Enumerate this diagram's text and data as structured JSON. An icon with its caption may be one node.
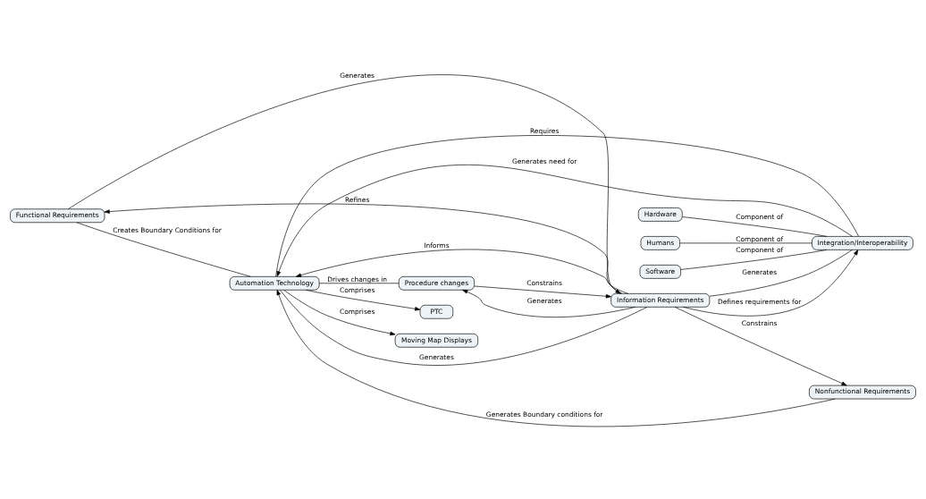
{
  "diagram": {
    "nodes": [
      {
        "text": [
          "Functional Requirements"
        ]
      },
      {
        "text": [
          "Hardware"
        ]
      },
      {
        "text": [
          "Humans"
        ]
      },
      {
        "text": [
          "Software"
        ]
      },
      {
        "text": [
          "PTC"
        ]
      },
      {
        "text": [
          "Moving Map Displays"
        ]
      },
      {
        "text": [
          "Integration/Interoperability"
        ]
      },
      {
        "text": [
          "Automation Technology"
        ]
      },
      {
        "text": [
          "Information Requirements"
        ]
      },
      {
        "text": [
          "Nonfunctional Requirements"
        ]
      },
      {
        "text": [
          "Procedure changes"
        ]
      }
    ],
    "edges": [
      {
        "from": 0,
        "to": 7,
        "arrow": "none",
        "label": "Creates Boundary Conditions for"
      },
      {
        "from": 0,
        "to": 8,
        "arrow": "to",
        "label": "Generates"
      },
      {
        "from": 8,
        "to": 0,
        "arrow": "to",
        "label": "Refines"
      },
      {
        "from": 1,
        "to": 6,
        "arrow": "none",
        "label": "Component of"
      },
      {
        "from": 2,
        "to": 6,
        "arrow": "none",
        "label": "Component of"
      },
      {
        "from": 3,
        "to": 6,
        "arrow": "none",
        "label": "Component of"
      },
      {
        "from": 6,
        "to": 7,
        "arrow": "none",
        "label": "Requires"
      },
      {
        "from": 6,
        "to": 7,
        "arrow": "to",
        "label": "Generates need for"
      },
      {
        "from": 7,
        "to": 4,
        "arrow": "to",
        "label": "Comprises"
      },
      {
        "from": 7,
        "to": 5,
        "arrow": "to",
        "label": "Comprises"
      },
      {
        "from": 8,
        "to": 6,
        "arrow": "none",
        "label": "Generates"
      },
      {
        "from": 8,
        "to": 6,
        "arrow": "to",
        "label": "Defines requirements for"
      },
      {
        "from": 8,
        "to": 7,
        "arrow": "none",
        "label": "Generates"
      },
      {
        "from": 8,
        "to": 7,
        "arrow": "to",
        "label": "Informs"
      },
      {
        "from": 7,
        "to": 10,
        "arrow": "none",
        "label": "Drives changes in"
      },
      {
        "from": 9,
        "to": 7,
        "arrow": "to",
        "label": "Generates Boundary conditions for"
      },
      {
        "from": 8,
        "to": 9,
        "arrow": "to",
        "label": "Constrains"
      },
      {
        "from": 8,
        "to": 10,
        "arrow": "to",
        "label": "Generates"
      },
      {
        "from": 10,
        "to": 8,
        "arrow": "to",
        "label": "Constrains"
      }
    ]
  }
}
